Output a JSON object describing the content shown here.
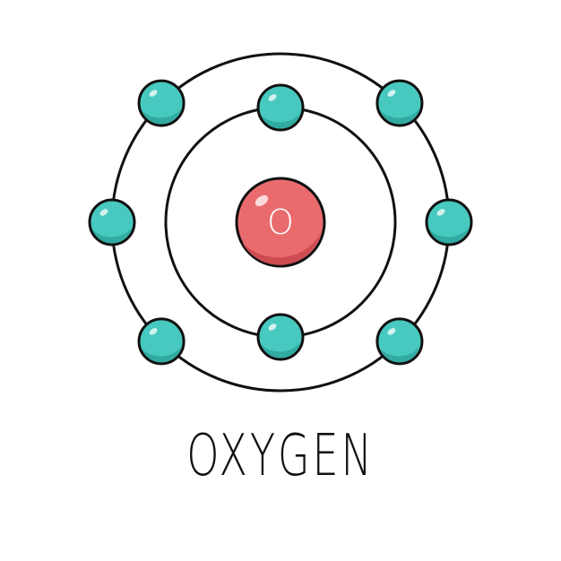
{
  "atom": {
    "symbol": "O",
    "name": "OXYGEN",
    "shells": [
      {
        "electrons": 2
      },
      {
        "electrons": 6
      }
    ]
  },
  "colors": {
    "electron": "#48c9c0",
    "electron_shadow": "#2fa79f",
    "nucleus": "#ea6b6d",
    "nucleus_shadow": "#cf4b52",
    "outline": "#111111"
  }
}
